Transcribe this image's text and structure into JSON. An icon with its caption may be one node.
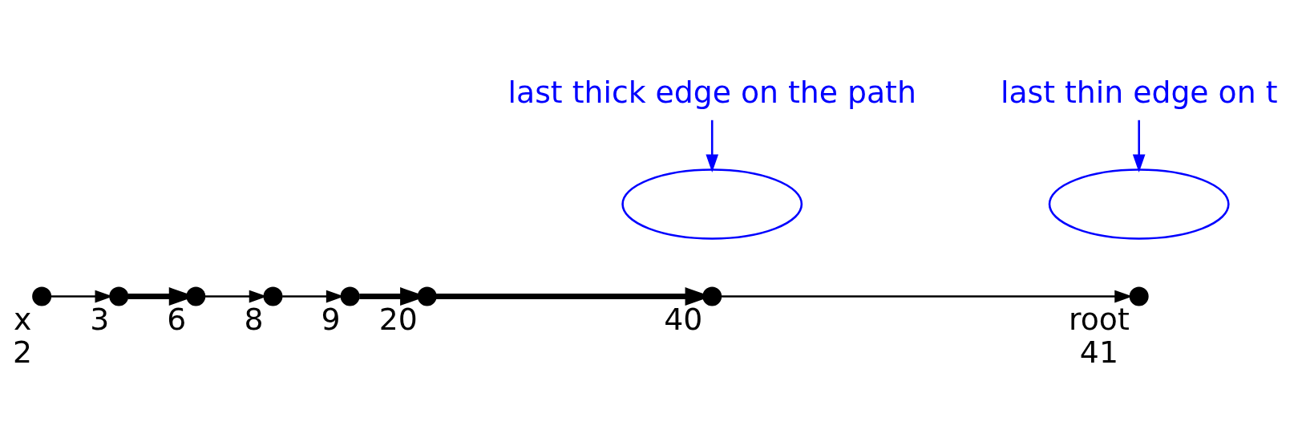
{
  "diagram": {
    "nodes": [
      {
        "text": [],
        "shape": "circle",
        "beside": [
          "x",
          "2"
        ]
      },
      {
        "text": [],
        "shape": "circle",
        "beside": [
          "3"
        ]
      },
      {
        "text": [],
        "shape": "circle",
        "beside": [
          "6"
        ]
      },
      {
        "text": [],
        "shape": "circle",
        "beside": [
          "8"
        ]
      },
      {
        "text": [],
        "shape": "circle",
        "beside": [
          "9"
        ]
      },
      {
        "text": [],
        "shape": "circle",
        "beside": [
          "20"
        ]
      },
      {
        "text": [],
        "shape": "circle",
        "beside": [
          "40"
        ]
      },
      {
        "text": [],
        "shape": "circle",
        "beside": [
          "root",
          "41"
        ]
      },
      {
        "text": [],
        "shape": "ellipse"
      },
      {
        "text": [],
        "shape": "ellipse"
      },
      {
        "text": [
          "last thick edge on the path"
        ]
      },
      {
        "text": [
          "last thin edge on t"
        ]
      }
    ],
    "edges": [
      {
        "from": 0,
        "to": 1,
        "arrow": "to"
      },
      {
        "from": 1,
        "to": 2,
        "arrow": "to",
        "style": "thick"
      },
      {
        "from": 2,
        "to": 3,
        "arrow": "to"
      },
      {
        "from": 3,
        "to": 4,
        "arrow": "to"
      },
      {
        "from": 4,
        "to": 5,
        "arrow": "to",
        "style": "thick"
      },
      {
        "from": 5,
        "to": 6,
        "arrow": "to",
        "style": "thick"
      },
      {
        "from": 6,
        "to": 7,
        "arrow": "to"
      },
      {
        "from": 10,
        "to": 8,
        "arrow": "to",
        "color": "#0000ff"
      },
      {
        "from": 11,
        "to": 9,
        "arrow": "to",
        "color": "#0000ff"
      }
    ]
  }
}
